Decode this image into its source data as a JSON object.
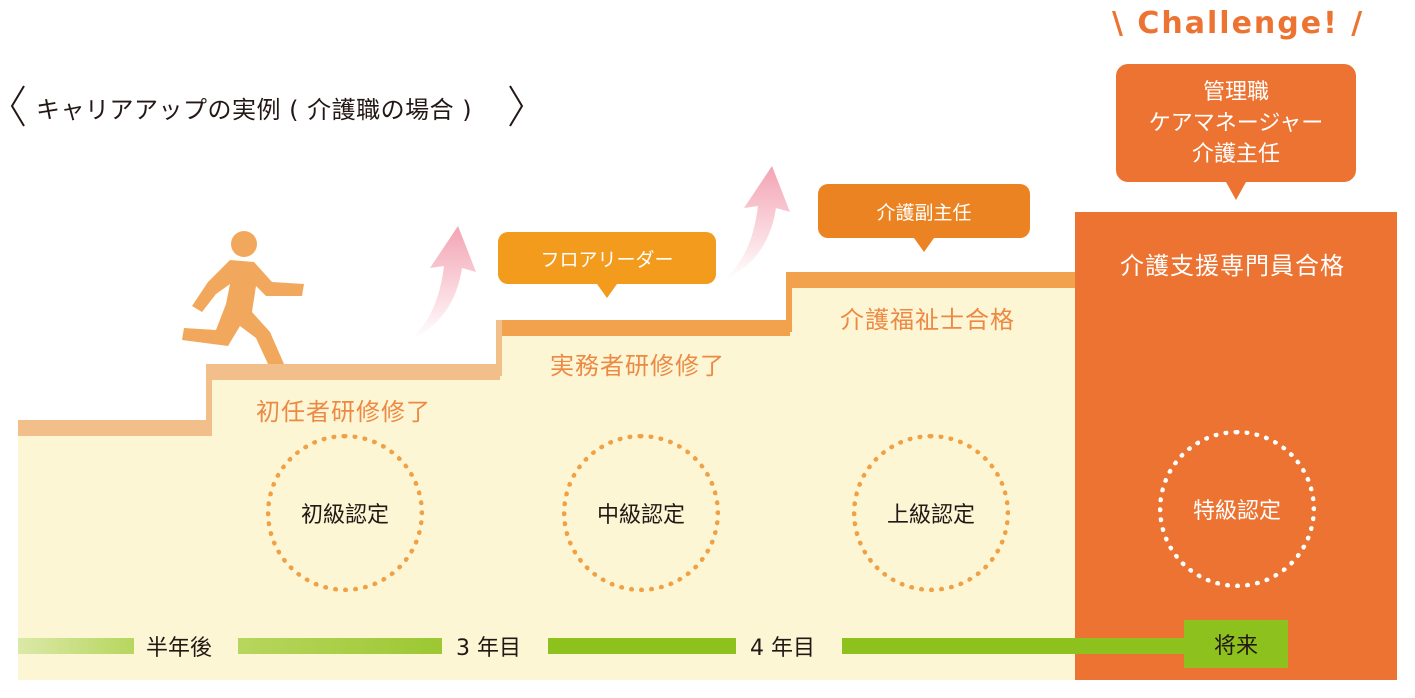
{
  "title": "キャリアアップの実例 ( 介護職の場合 )",
  "challenge": "\\ Challenge! /",
  "stages": [
    {
      "label": "初任者研修修了",
      "cert": "初級認定"
    },
    {
      "label": "実務者研修修了",
      "cert": "中級認定",
      "role": "フロアリーダー"
    },
    {
      "label": "介護福祉士合格",
      "cert": "上級認定",
      "role": "介護副主任"
    },
    {
      "label": "介護支援専門員合格",
      "cert": "特級認定",
      "role_lines": [
        "管理職",
        "ケアマネージャー",
        "介護主任"
      ]
    }
  ],
  "timeline": [
    "半年後",
    "3 年目",
    "4 年目",
    "将来"
  ],
  "colors": {
    "cream": "#fcf6d4",
    "orange_text": "#ec8a45",
    "ledge": "#f2a24c",
    "final_block": "#ec7331",
    "bubble_orange": "#f29b1c",
    "bubble_dark": "#ec8322",
    "timeline_green": "#8dc11e",
    "runner": "#f2a85c",
    "arrow_pink": "#f3a3b3"
  },
  "icons": {
    "runner": "running-person-icon",
    "arrow": "curved-up-arrow-icon"
  }
}
